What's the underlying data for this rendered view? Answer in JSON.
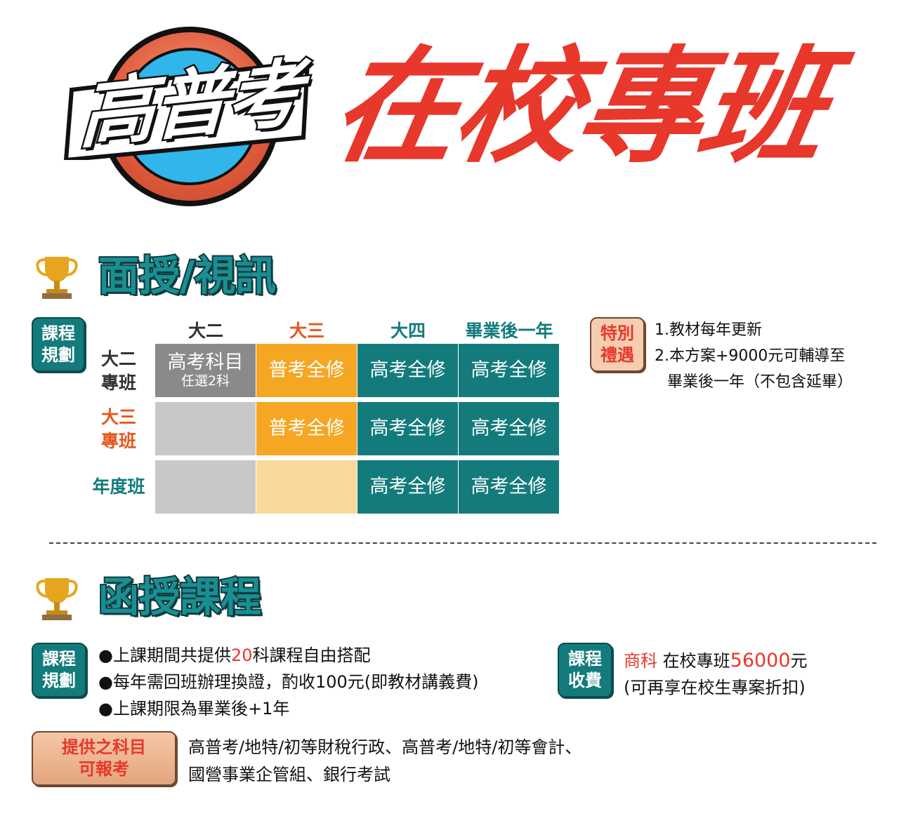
{
  "header": {
    "logo_text": "高普考",
    "title": "在校專班"
  },
  "section1": {
    "title": "面授/視訊",
    "badge": [
      "課程",
      "規劃"
    ],
    "columns": [
      "大二",
      "大三",
      "大四",
      "畢業後一年"
    ],
    "rows": [
      {
        "label": [
          "大二",
          "專班"
        ],
        "cells": [
          {
            "main": "高考科目",
            "sub": "任選2科"
          },
          {
            "main": "普考全修"
          },
          {
            "main": "高考全修"
          },
          {
            "main": "高考全修"
          }
        ]
      },
      {
        "label": [
          "大三",
          "專班"
        ],
        "cells": [
          {
            "main": ""
          },
          {
            "main": "普考全修"
          },
          {
            "main": "高考全修"
          },
          {
            "main": "高考全修"
          }
        ]
      },
      {
        "label": [
          "年度班"
        ],
        "cells": [
          {
            "main": ""
          },
          {
            "main": ""
          },
          {
            "main": "高考全修"
          },
          {
            "main": "高考全修"
          }
        ]
      }
    ],
    "colors": {
      "teal": "#137b7c",
      "orange": "#f5a623",
      "light_orange": "#fbd99a",
      "gray": "#8a8a8a",
      "light_gray": "#c8c8c8",
      "red": "#e8372b"
    },
    "special": {
      "badge": [
        "特別",
        "禮遇"
      ],
      "line1": "1.教材每年更新",
      "line2": "2.本方案+9000元可輔導至",
      "line3": "畢業後一年（不包含延畢）"
    }
  },
  "section2": {
    "title": "函授課程",
    "badge": [
      "課程",
      "規劃"
    ],
    "bullets": {
      "b1_pre": "●上課期間共提供",
      "b1_num": "20",
      "b1_post": "科課程自由搭配",
      "b2": "●每年需回班辦理換證，酌收100元(即教材講義費)",
      "b3": "●上課期限為畢業後+1年"
    },
    "fee": {
      "badge": [
        "課程",
        "收費"
      ],
      "subject": "商科",
      "program": " 在校專班",
      "price": "56000",
      "unit": "元",
      "note": "(可再享在校生專案折扣)"
    },
    "exams": {
      "badge": [
        "提供之科目",
        "可報考"
      ],
      "line1": "高普考/地特/初等財稅行政、高普考/地特/初等會計、",
      "line2": "國營事業企管組、銀行考試"
    }
  },
  "icons": {
    "trophy": "trophy-icon"
  }
}
